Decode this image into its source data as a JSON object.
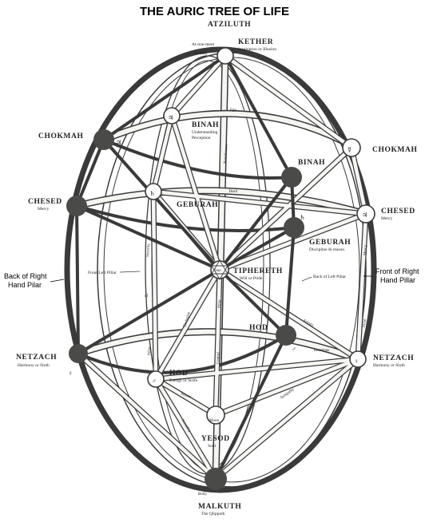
{
  "title": "THE AURIC TREE OF LIFE",
  "world": "ATZILUTH",
  "sephiroth": {
    "kether": {
      "name": "KETHER",
      "sub": "Inspiration or Illusion"
    },
    "binah_inner": {
      "name": "BINAH",
      "sub1": "Understanding",
      "sub2": "Perception"
    },
    "chokmah_left": {
      "name": "CHOKMAH"
    },
    "binah_back": {
      "name": "BINAH"
    },
    "chokmah_right": {
      "name": "CHOKMAH"
    },
    "chesed_left": {
      "name": "CHESED",
      "sub": "Mercy"
    },
    "geburah_inner": {
      "name": "GEBURAH"
    },
    "chesed_right": {
      "name": "CHESED",
      "sub": "Mercy"
    },
    "geburah_back": {
      "name": "GEBURAH",
      "sub": "Discipline & reason"
    },
    "tiphereth": {
      "name": "TIPHERETH",
      "sub": "Will or Pride",
      "center": "Sun"
    },
    "hod_back": {
      "name": "HOD"
    },
    "netzach_left": {
      "name": "NETZACH",
      "sub": "Harmony or Sloth"
    },
    "hod_inner": {
      "name": "HOD",
      "sub": "Energy or Strife"
    },
    "netzach_right": {
      "name": "NETZACH",
      "sub": "Harmony or Sloth"
    },
    "yesod": {
      "name": "YESOD",
      "sub": "Soul",
      "center": "Moon"
    },
    "malkuth": {
      "name": "MALKUTH",
      "sub": "The Qlippoth",
      "small": "Body"
    }
  },
  "kether_extra": {
    "line1": "At-one-ment",
    "line2": "Ecstasy"
  },
  "pillar_notes": {
    "back_right": {
      "line1": "Back of Right",
      "line2": "Hand Pilar"
    },
    "front_right": {
      "line1": "Front of Right",
      "line2": "Hand Pillar"
    },
    "front_left": "Front Left Pillar",
    "back_left": "Back of Left Pillar"
  },
  "path_labels": {
    "ego": "Ego",
    "beneficence": "Beneficence",
    "herd": "Herd",
    "pillar": "Pillar",
    "central": "Central",
    "exclusive": "Exclusive",
    "artistic": "Artistic",
    "emotions": "Emotions",
    "senses": "Senses",
    "sexuality": "Sexuality",
    "sympathy": "Sympathy",
    "mercy": "Mercy",
    "severity": "Severity",
    "of": "of"
  },
  "colors": {
    "ink": "#3a3a3a",
    "band": "#f5f5f2",
    "dark_sphere": "#4a4a48"
  }
}
